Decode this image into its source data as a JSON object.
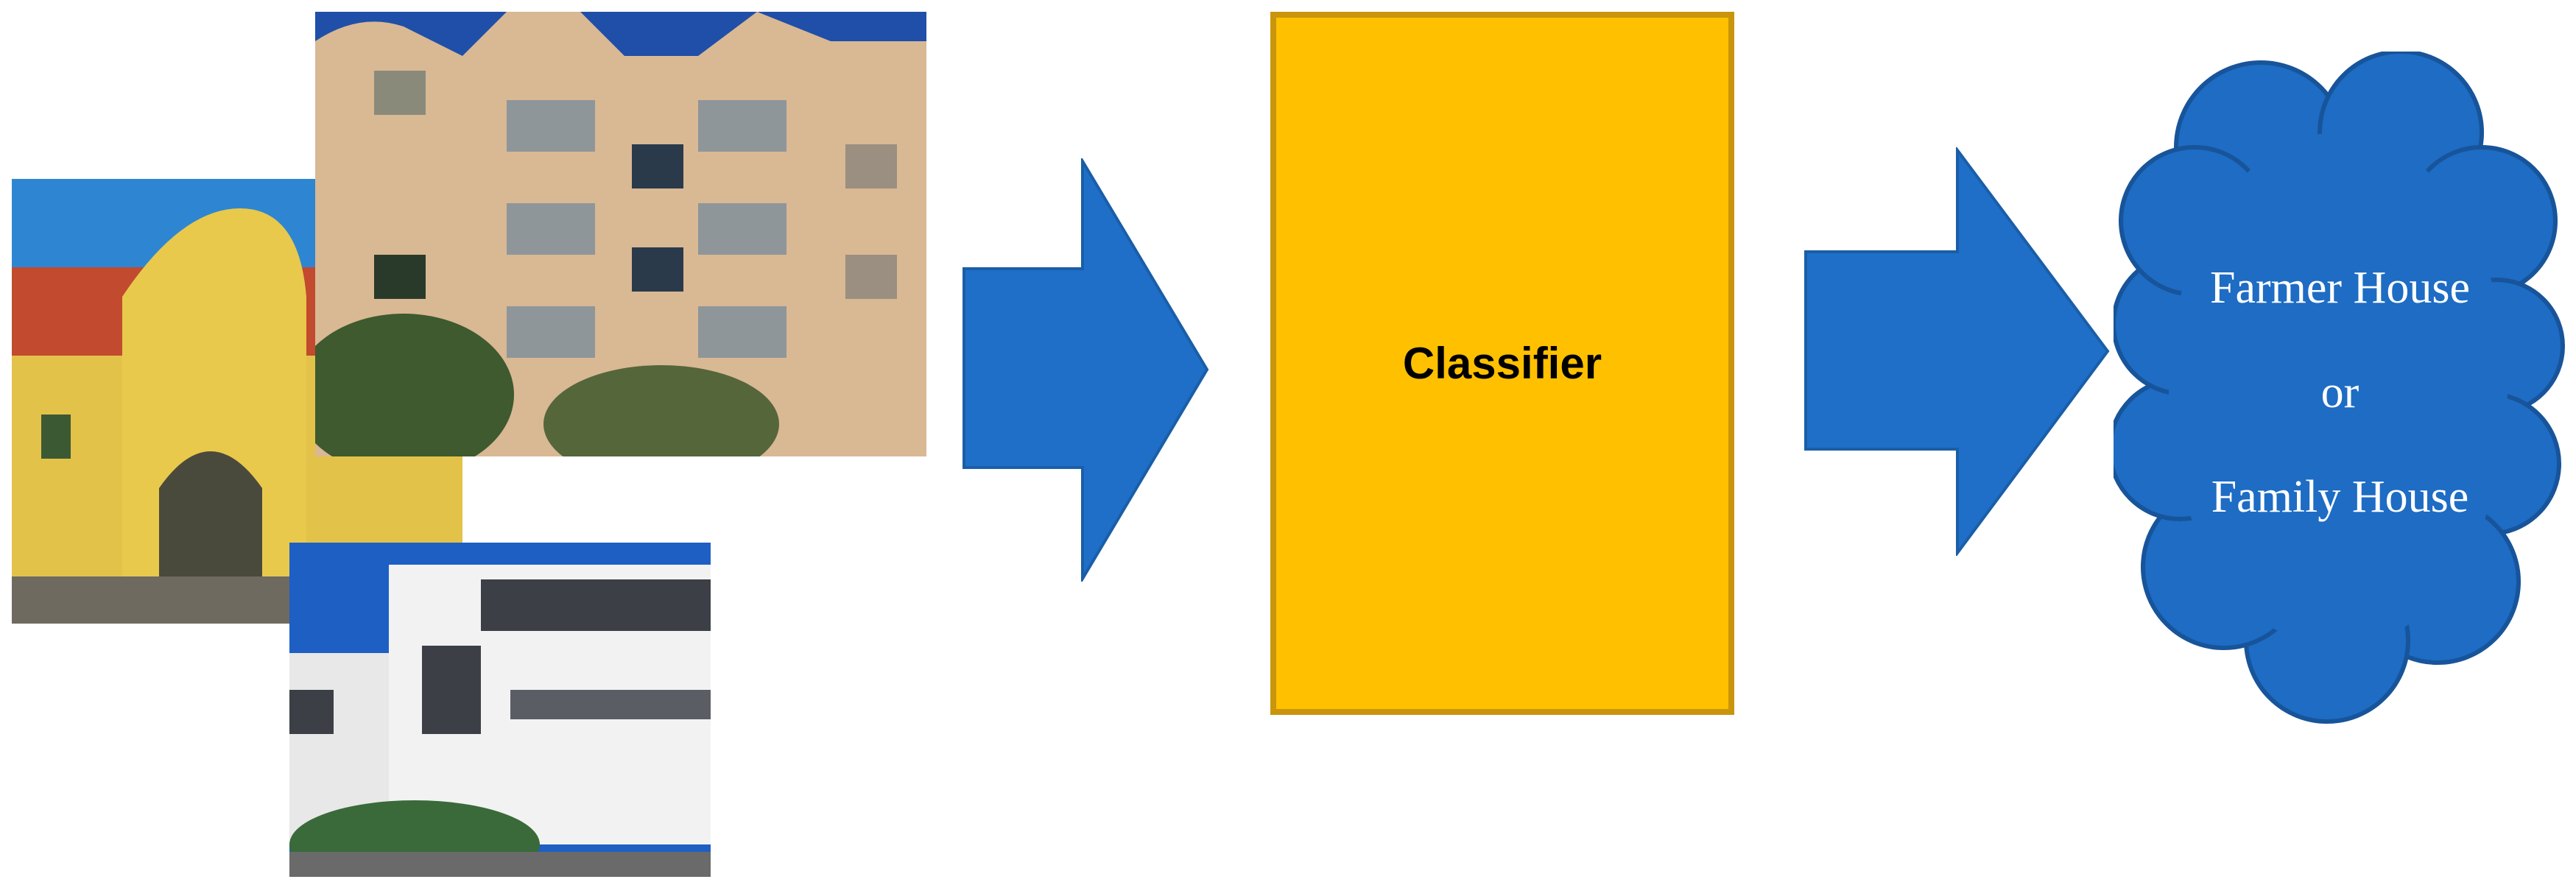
{
  "classifier": {
    "label": "Classifier"
  },
  "output": {
    "line1": "Farmer House",
    "line2": "or",
    "line3": "Family House"
  },
  "colors": {
    "arrow": "#1F6FC8",
    "arrow_edge": "#1A5EA8",
    "classifier_fill": "#FFC000",
    "classifier_border": "#C9950C",
    "cloud_fill": "#1E6CC4",
    "cloud_edge": "#17549A",
    "text_on_cloud": "#FFFFFF"
  },
  "photos": [
    {
      "name": "yellow farmhouse with arched gate"
    },
    {
      "name": "beige apartment building with balconies"
    },
    {
      "name": "modern white building"
    }
  ]
}
